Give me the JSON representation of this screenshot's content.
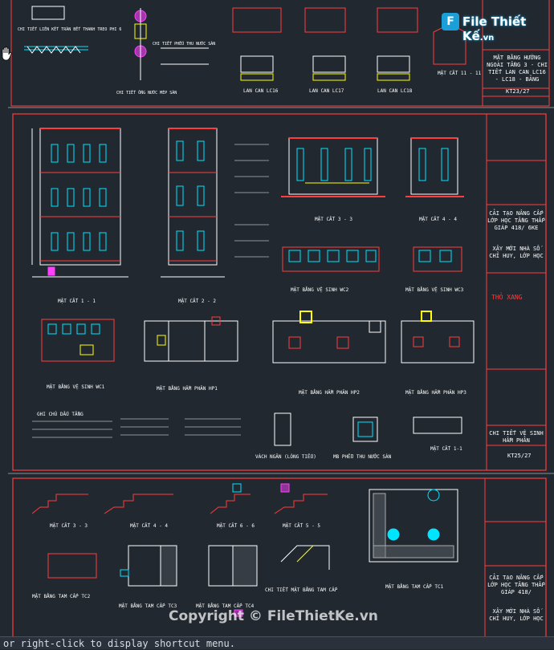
{
  "app": {
    "name": "CAD drawing viewer"
  },
  "logo": {
    "text": "File Thiết Kế",
    "suffix": ".vn",
    "badge": "F"
  },
  "watermark": {
    "text": "Copyright © FileThietKe.vn"
  },
  "command_line": {
    "prompt": "or right-click to display shortcut menu."
  },
  "icons": {
    "pan": "hand-pan-icon"
  },
  "colors": {
    "background": "#212830",
    "frame": "#ff3b3b",
    "text": "#ffffff",
    "accent": "#00e5ff"
  },
  "sheet1": {
    "labels": [
      {
        "text": "CHI TIẾT LIÊN KẾT TRÀN BẾT THANH TREO PHI 6"
      },
      {
        "text": "CHI TIẾT PHỄU THU NƯỚC SÀN"
      },
      {
        "text": "CHI TIẾT ỐNG NƯỚC MÉP SÀN"
      },
      {
        "text": "LAN CAN LC16"
      },
      {
        "text": "LAN CAN LC17"
      },
      {
        "text": "LAN CAN LC18"
      },
      {
        "text": "MẶT CẮT 11 - 11"
      }
    ],
    "title_block": {
      "title": "MẶT BẰNG HƯỚNG NGOÀI TẦNG 3 - CHI TIẾT LAN CAN LC16 - LC18 - BẢNG",
      "sheet_no": "KT23/27"
    }
  },
  "sheet2": {
    "labels": [
      {
        "text": "MẶT CẮT 1 - 1"
      },
      {
        "text": "MẶT CẮT 2 - 2"
      },
      {
        "text": "MẶT CẮT 3 - 3"
      },
      {
        "text": "MẶT CẮT 4 - 4"
      },
      {
        "text": "MẶT BẰNG VỆ SINH WC1"
      },
      {
        "text": "MẶT BẰNG VỆ SINH WC2"
      },
      {
        "text": "MẶT BẰNG VỆ SINH WC3"
      },
      {
        "text": "MẶT BẰNG HẦM PHÂN HP1"
      },
      {
        "text": "MẶT BẰNG HẦM PHÂN HP2"
      },
      {
        "text": "MẶT BẰNG HẦM PHÂN HP3"
      },
      {
        "text": "GHI CHÚ DẤU TẦNG"
      },
      {
        "text": "VÁCH NGĂN (LÒNG TIẾU)"
      },
      {
        "text": "MB PHỄU THU NƯỚC SÀN"
      },
      {
        "text": "MẶT CẮT 1-1"
      }
    ],
    "title_block": {
      "project": "CẢI TẠO NÂNG CẤP LỚP HỌC TẦNG THẤP GIÁP 418/ 6KE",
      "subtitle": "XÂY MỚI NHÀ SỐ CHỈ HUY, LỚP HỌC",
      "stamp": "THỎ XANG",
      "title": "CHI TIẾT VỆ SINH HẦM PHÂN",
      "sheet_no": "KT25/27"
    }
  },
  "sheet3": {
    "labels": [
      {
        "text": "MẶT CẮT 3 - 3"
      },
      {
        "text": "MẶT CẮT 4 - 4"
      },
      {
        "text": "MẶT CẮT 6 - 6"
      },
      {
        "text": "MẶT CẮT 5 - 5"
      },
      {
        "text": "MẶT BẰNG TAM CẤP TC2"
      },
      {
        "text": "MẶT BẰNG TAM CẤP TC3"
      },
      {
        "text": "MẶT BẰNG TAM CẤP TC4"
      },
      {
        "text": "CHI TIẾT MẶT BẰNG TAM CẤP"
      },
      {
        "text": "MẶT BẰNG TAM CẤP TC1"
      }
    ],
    "title_block": {
      "project": "CẢI TẠO NÂNG CẤP LỚP HỌC TẦNG THẤP GIÁP 418/",
      "subtitle": "XÂY MỚI NHÀ SỐ CHỈ HUY, LỚP HỌC"
    }
  }
}
